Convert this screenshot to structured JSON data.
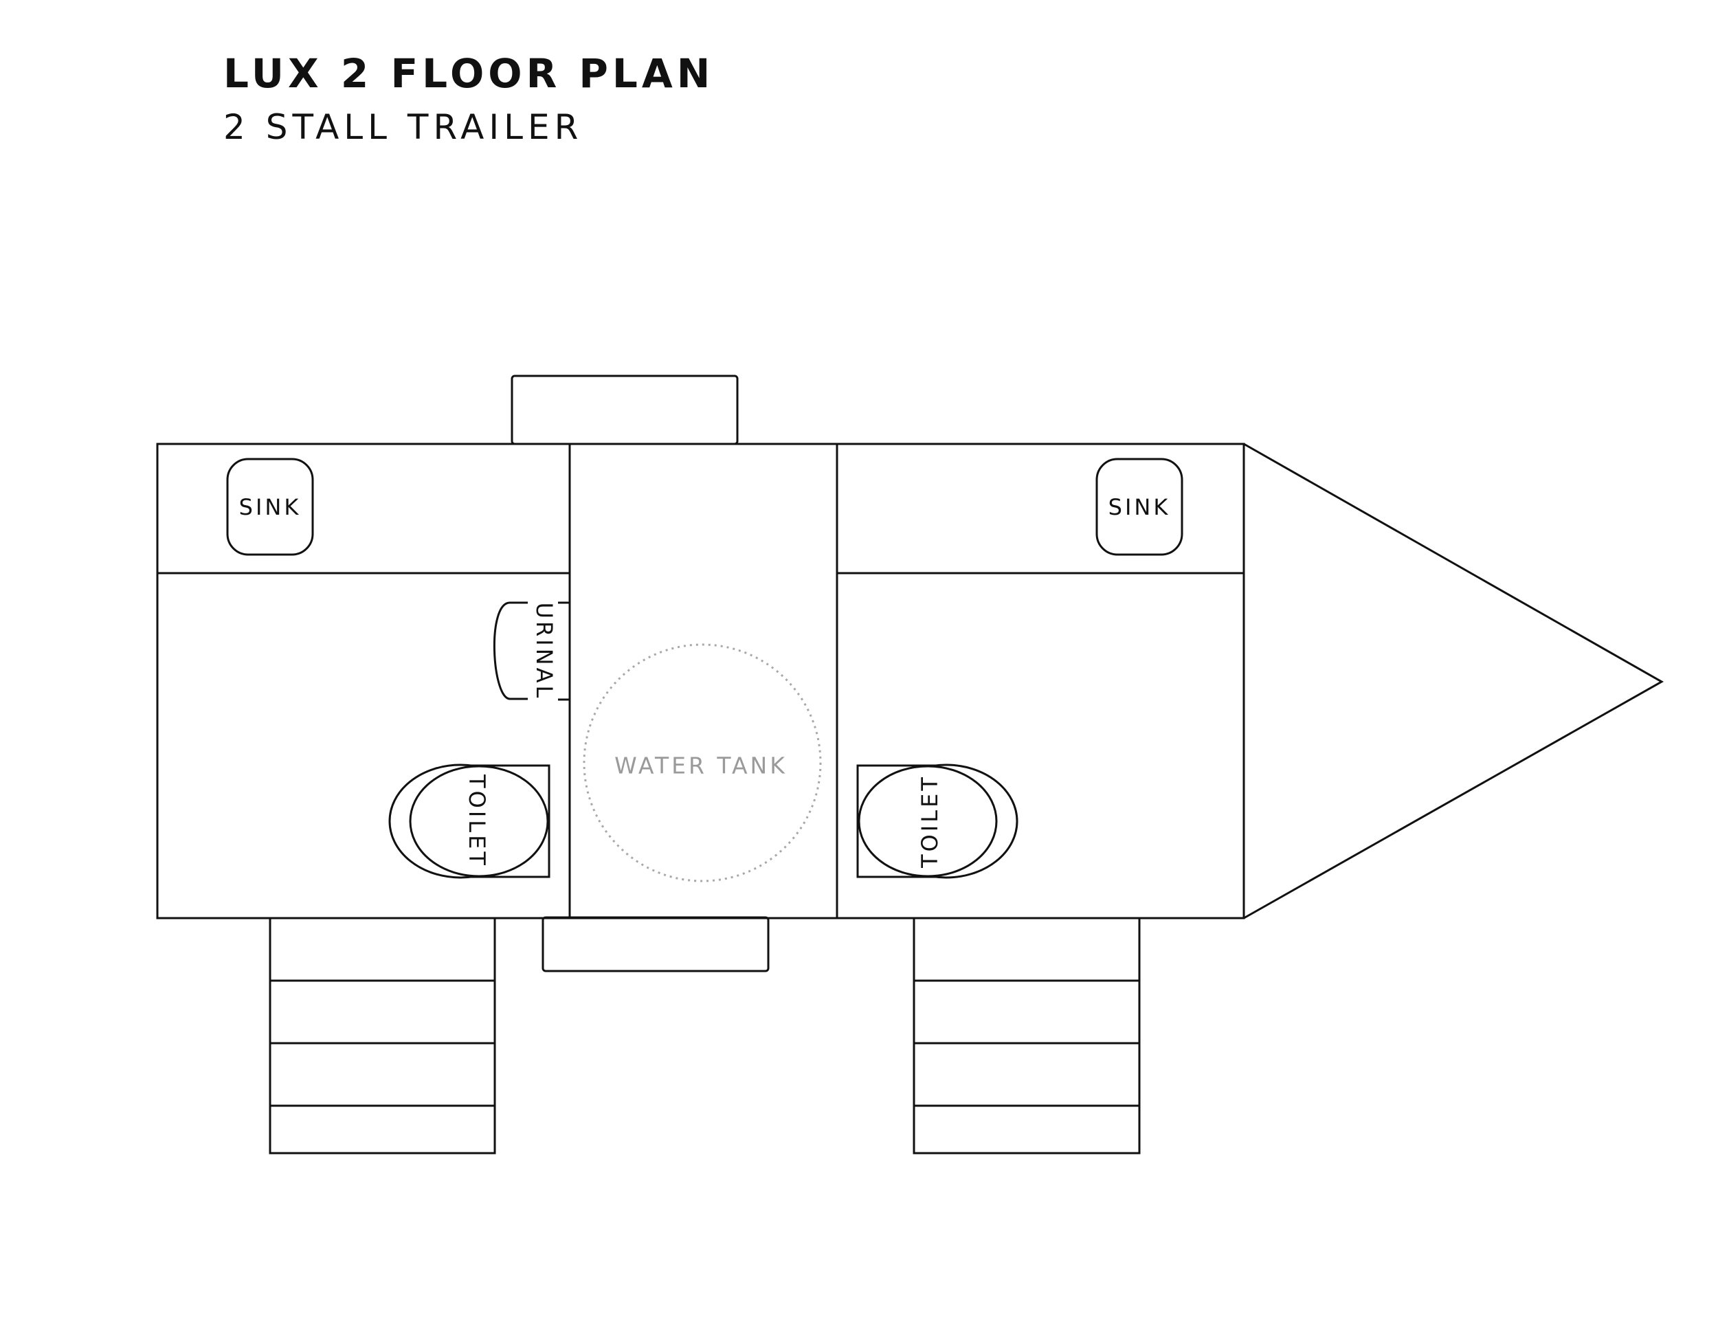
{
  "header": {
    "title": "LUX 2 FLOOR PLAN",
    "subtitle": "2 STALL TRAILER"
  },
  "fixtures": {
    "sink_left": "SINK",
    "sink_right": "SINK",
    "urinal": "URINAL",
    "toilet_left": "TOILET",
    "toilet_right": "TOILET",
    "water_tank": "WATER TANK"
  },
  "colors": {
    "line": "#111111",
    "tank": "#a8a8a8",
    "background": "#ffffff"
  }
}
